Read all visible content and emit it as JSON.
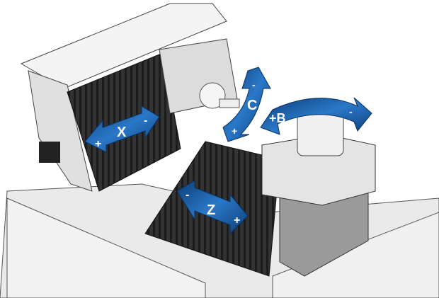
{
  "axes": {
    "x": {
      "name": "X",
      "plus": "+",
      "minus": "-"
    },
    "z": {
      "name": "Z",
      "plus": "+",
      "minus": "-"
    },
    "c": {
      "name": "C",
      "plus": "+",
      "minus": "-"
    },
    "b": {
      "name": "+B",
      "minus": "-"
    }
  },
  "colors": {
    "arrow": "#1a5fa8",
    "arrow_dark": "#0d3d75",
    "bellows": "#2b2b2b",
    "housing": "#e6e6e6"
  }
}
